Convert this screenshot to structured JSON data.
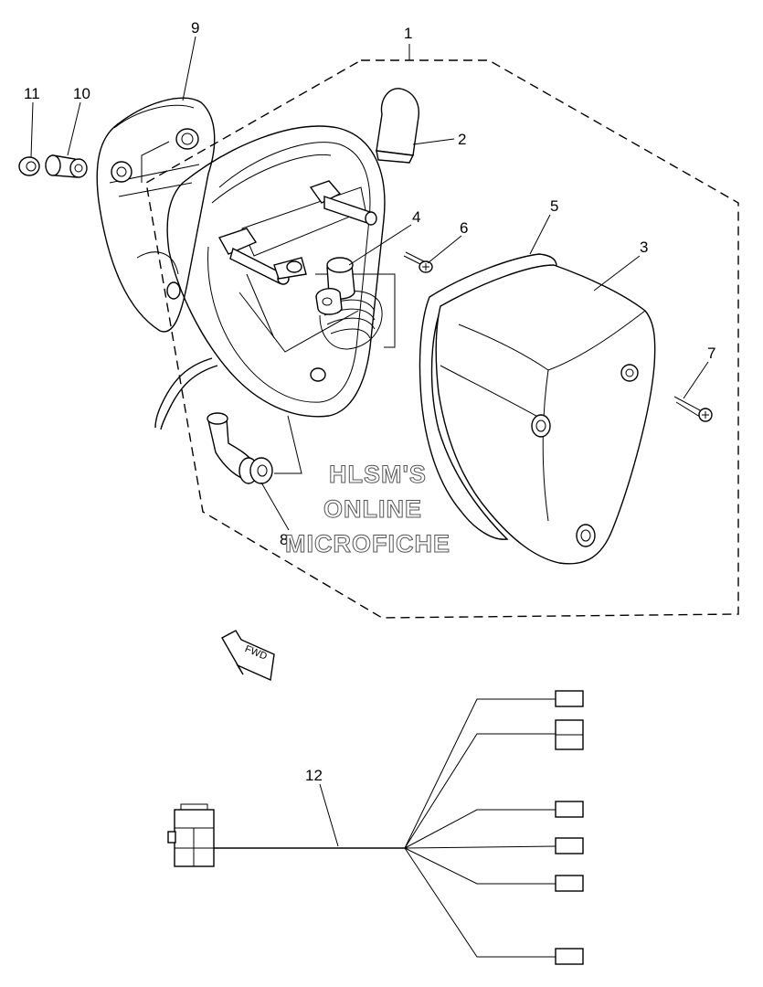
{
  "callouts": {
    "c1": "1",
    "c2": "2",
    "c3": "3",
    "c4": "4",
    "c5": "5",
    "c6": "6",
    "c7": "7",
    "c8": "8",
    "c9": "9",
    "c10": "10",
    "c11": "11",
    "c12": "12"
  },
  "watermark": {
    "line1": "HLSM'S",
    "line2": "ONLINE",
    "line3": "MICROFICHE"
  },
  "fwd_label": "FWD"
}
